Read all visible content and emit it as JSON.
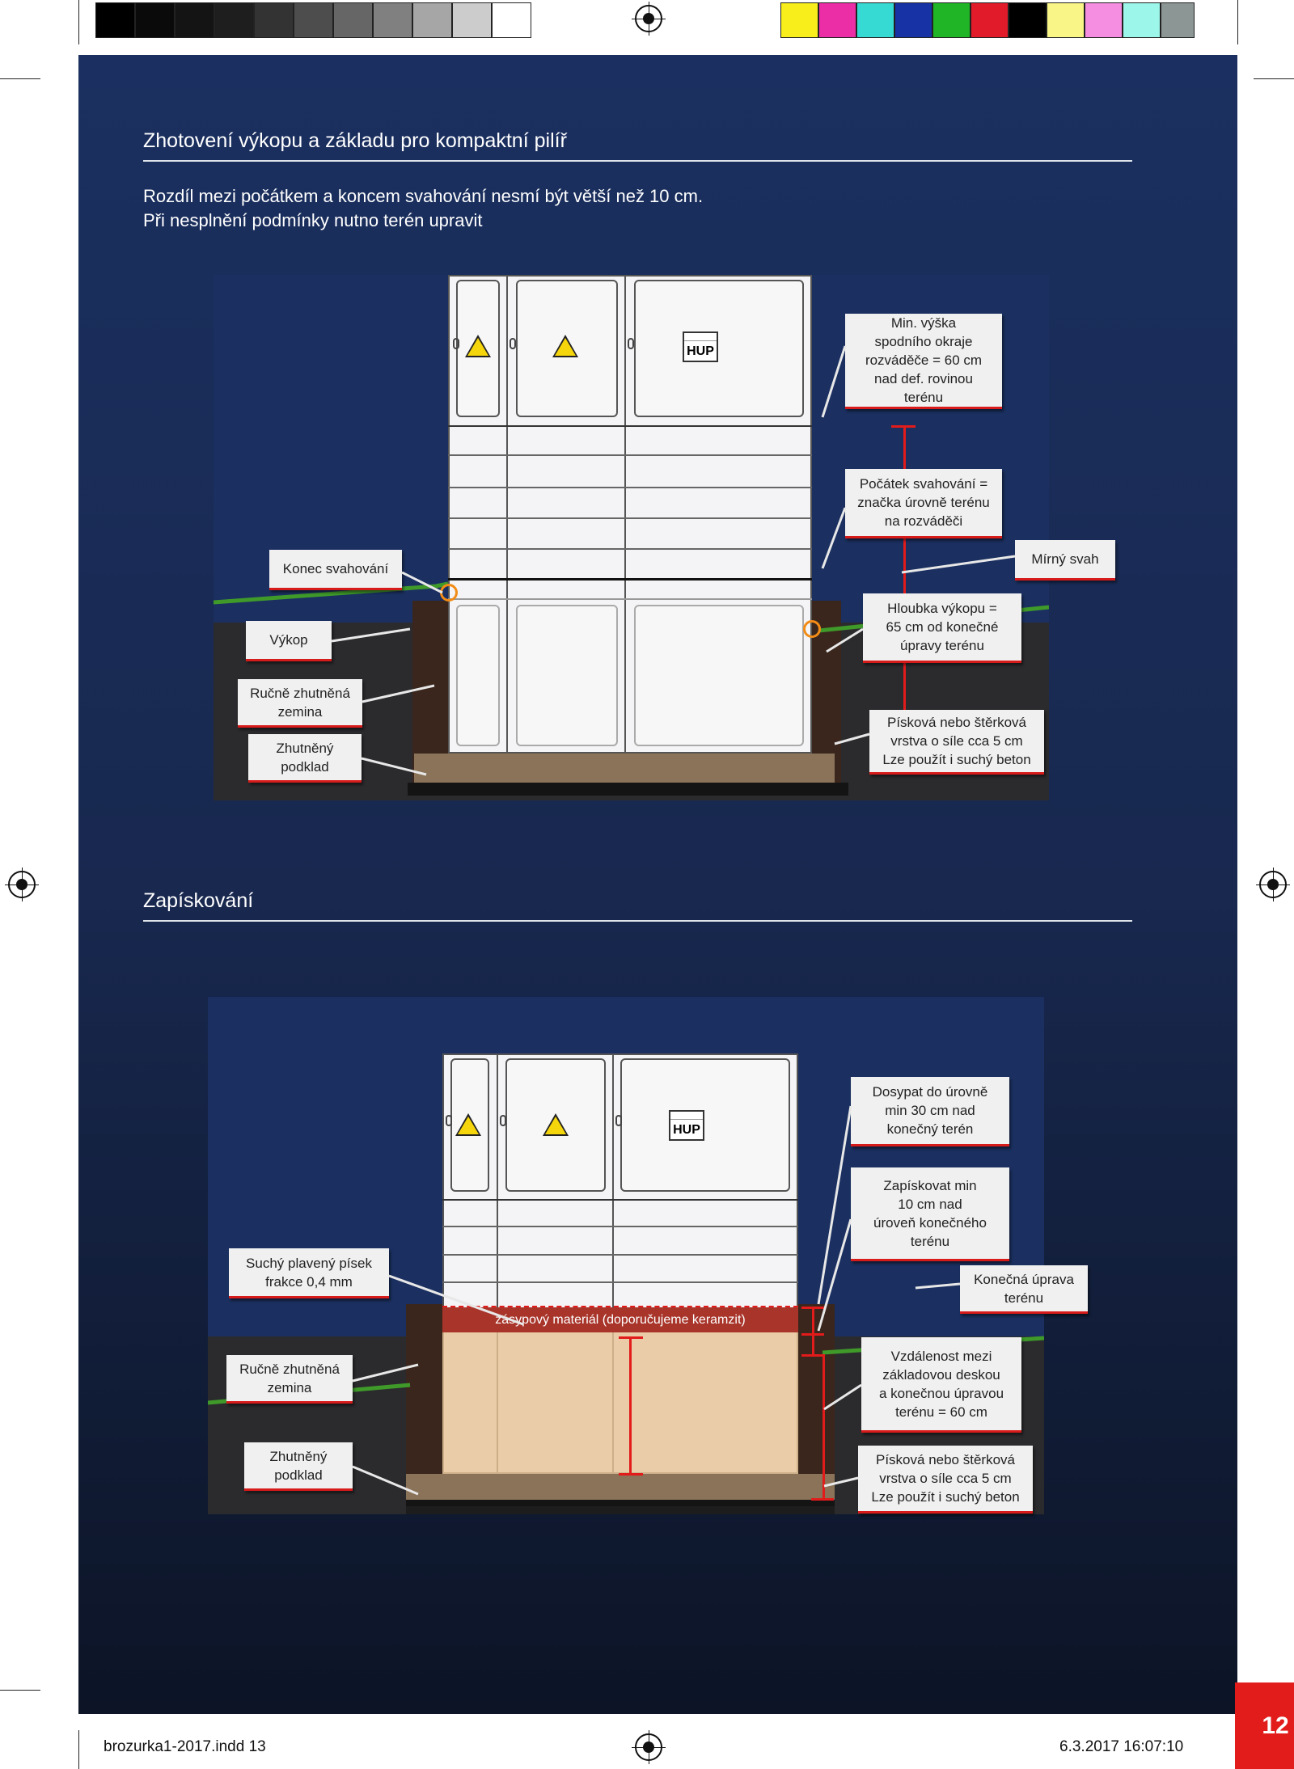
{
  "section1": {
    "title": "Zhotovení výkopu a základu pro kompaktní pilíř",
    "intro_line1": "Rozdíl mezi počátkem a koncem svahování nesmí být větší než 10 cm.",
    "intro_line2": "Při nesplnění podmínky nutno terén upravit",
    "callouts": {
      "min_height": "Min. výška\nspodního okraje\nrozváděče = 60 cm\nnad def. rovinou\nterénu",
      "slope_start": "Počátek svahování =\nznačka úrovně terénu\nna rozváděči",
      "gentle_slope": "Mírný svah",
      "slope_end": "Konec svahování",
      "excavation": "Výkop",
      "excavation_depth": "Hloubka výkopu =\n65 cm od konečné\núpravy terénu",
      "hand_compacted": "Ručně zhutněná\nzemina",
      "sand_layer": "Písková nebo štěrková\nvrstva o síle cca 5 cm\nLze použít i suchý beton",
      "compacted_base": "Zhutněný\npodklad"
    }
  },
  "section2": {
    "title": "Zapískování",
    "callouts": {
      "backfill_level": "Dosypat do úrovně\nmin 30 cm nad\nkonečný terén",
      "sand_min": "Zapískovat min\n10 cm nad\núroveň konečného\nterénu",
      "dry_sand": "Suchý plavený písek\nfrakce 0,4 mm",
      "final_terrain": "Konečná úprava\nterénu",
      "distance": "Vzdálenost mezi\nzákladovou deskou\na konečnou úpravou\nterénu = 60 cm",
      "hand_compacted": "Ručně zhutněná\nzemina",
      "sand_layer": "Písková nebo štěrková\nvrstva o síle cca 5 cm\nLze použít i suchý beton",
      "compacted_base": "Zhutněný\npodklad"
    },
    "fill_label": "zásypový materiál (doporučujeme keramzit)"
  },
  "hup_label": "HUP",
  "page_number": "12",
  "footer": {
    "file": "brozurka1-2017.indd   13",
    "timestamp": "6.3.2017   16:07:10"
  },
  "colors": {
    "background": "#18284f",
    "accent": "#e21b1b",
    "terrain": "#3f9a2a",
    "ring": "#f28c17"
  }
}
